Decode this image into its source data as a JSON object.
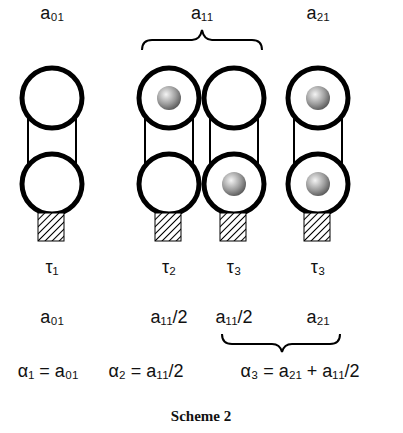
{
  "diagram": {
    "caption": "Scheme 2",
    "labels": [
      "a₀₁",
      "a₁₁",
      "a₂₁",
      "τ₁",
      "τ₂",
      "τ₃",
      "τ₃",
      "a₀₁",
      "a₁₁/2",
      "a₁₁/2",
      "a₂₁",
      "α₁ = a₀₁",
      "α₂ = a₁₁/2",
      "α₃ = a₂₁ + a₁₁/2"
    ]
  }
}
